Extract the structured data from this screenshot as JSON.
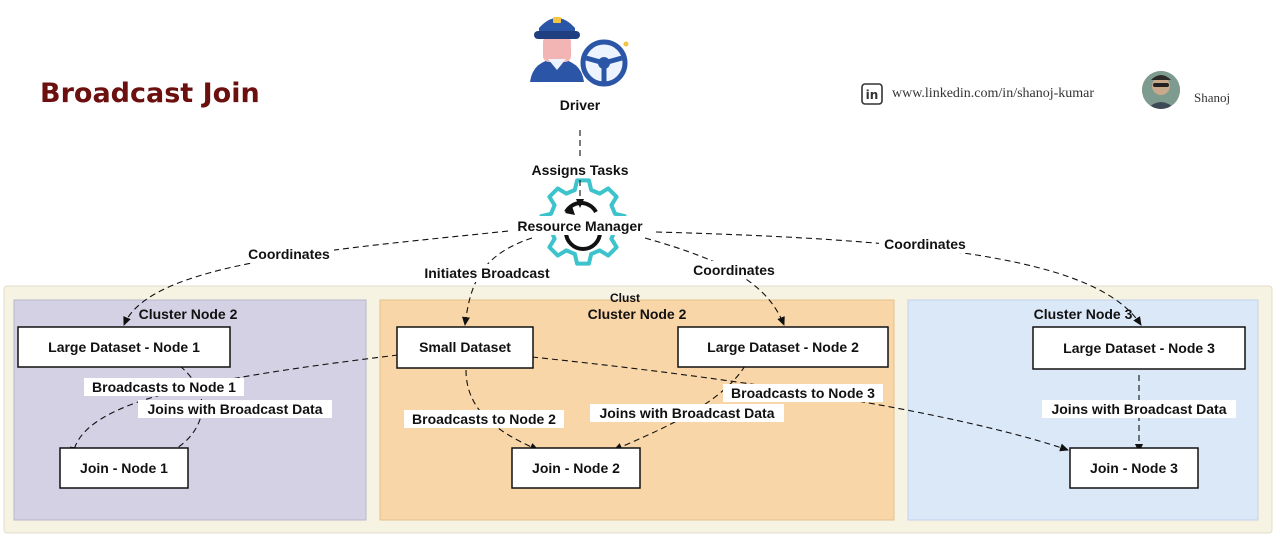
{
  "header": {
    "title": "Broadcast Join",
    "linkedin_url": "www.linkedin.com/in/shanoj-kumar",
    "author_name": "Shanoj",
    "linkedin_icon_text": "in"
  },
  "colors": {
    "title": "#6b0f0f",
    "node1_bg": "#d3d1e3",
    "node2_bg": "#f8d6a8",
    "node3_bg": "#dbe8f8",
    "outer_bg": "#f7f3e3",
    "gear": "#3cc3cc"
  },
  "actors": {
    "driver": "Driver",
    "resource_manager": "Resource Manager"
  },
  "clusters": {
    "left": "Cluster Node 2",
    "middle": "Cluster Node 2",
    "right": "Cluster Node 3",
    "middle_overlap": "Clust"
  },
  "boxes": {
    "large1": "Large Dataset - Node 1",
    "small": "Small Dataset",
    "large2": "Large Dataset - Node 2",
    "large3": "Large Dataset - Node 3",
    "join1": "Join - Node 1",
    "join2": "Join - Node 2",
    "join3": "Join - Node 3"
  },
  "edges": {
    "assigns_tasks": "Assigns Tasks",
    "coordinates_left": "Coordinates",
    "initiates_broadcast": "Initiates Broadcast",
    "coordinates_mid": "Coordinates",
    "coordinates_right": "Coordinates",
    "broadcasts_node1": "Broadcasts to Node 1",
    "joins_node1": "Joins with Broadcast Data",
    "broadcasts_node2": "Broadcasts to Node 2",
    "joins_node2": "Joins with Broadcast Data",
    "broadcasts_node3": "Broadcasts to Node 3",
    "joins_node3": "Joins with Broadcast Data"
  },
  "icons": [
    "driver-icon",
    "steering-wheel-icon",
    "gear-icon",
    "linkedin-icon",
    "avatar"
  ]
}
